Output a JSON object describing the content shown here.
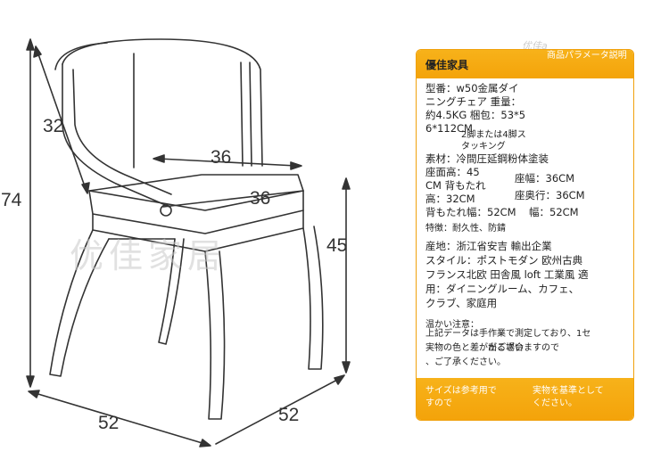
{
  "dimensions": {
    "height_total": "74",
    "arm_height": "32",
    "back_width": "36",
    "seat_width": "36",
    "seat_height": "45",
    "base_width": "52",
    "base_depth": "52"
  },
  "watermark": "优佳家居",
  "corner_watermark": "优佳a",
  "card": {
    "brand": "優佳家具",
    "param_title": "商品パラメータ説明",
    "specs": {
      "model_l1": "型番：w50金属ダイ",
      "model_l2": "ニングチェア 重量：",
      "model_l3": "約4.5KG 梱包：53*5",
      "model_l4": "6*112CM",
      "stack_l1": "2脚または4脚ス",
      "stack_l2": "タッキング",
      "material": "素材：冷間圧延鋼粉体塗装",
      "seat_height_l1": "座面高：45",
      "seat_height_l2": "CM 背もたれ",
      "back_height": "高：32CM",
      "back_width": "背もたれ幅：52CM",
      "seat_width": "座幅：36CM",
      "seat_depth": "座奥行：36CM",
      "width_label": "幅：52CM",
      "feature": "特徴：耐久性、防錆",
      "origin": "産地：浙江省安吉 輸出企業",
      "style_l1": "スタイル：ポストモダン 欧州古典",
      "style_l2": "フランス北欧 田舎風 loft 工業風 適",
      "style_l3": "用：ダイニングルーム、カフェ、",
      "style_l4": "クラブ、家庭用",
      "note_title": "温かい注意：",
      "note_l1": "上記データは手作業で測定しており、1セ",
      "note_l2": "実物の色と差が出る場合",
      "note_l3": "がございますので",
      "note_l4": "、ご了承ください。"
    },
    "footer": {
      "left_l1": "サイズは参考用で",
      "left_l2": "すので",
      "right_l1": "実物を基準として",
      "right_l2": "ください。"
    }
  },
  "colors": {
    "accent": "#f4a30a",
    "line": "#333333"
  }
}
